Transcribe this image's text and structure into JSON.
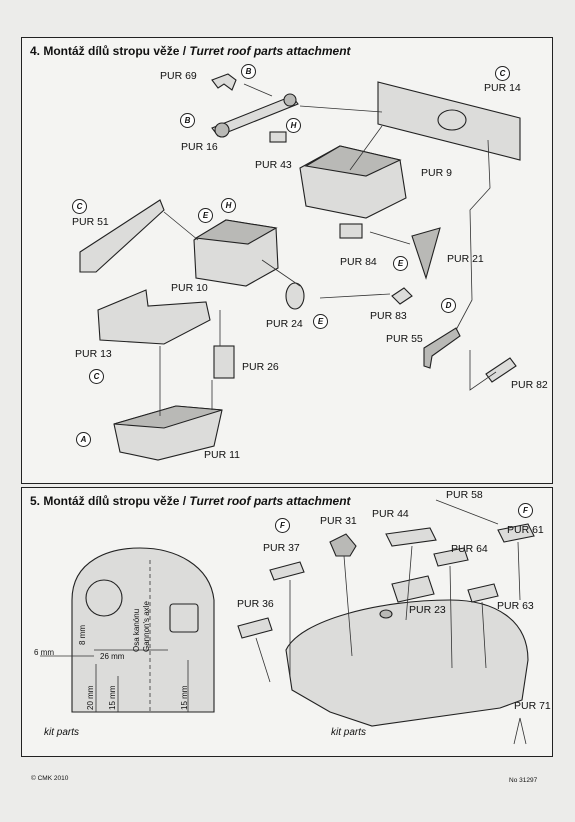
{
  "step4": {
    "number": "4.",
    "title_cz": "Montáž dílů stropu věže /",
    "title_en": "Turret roof parts attachment",
    "parts": {
      "pur69": "PUR 69",
      "pur16": "PUR 16",
      "pur43": "PUR 43",
      "pur14": "PUR 14",
      "pur9": "PUR 9",
      "pur51": "PUR 51",
      "pur84": "PUR 84",
      "pur21": "PUR 21",
      "pur10": "PUR 10",
      "pur83": "PUR 83",
      "pur24": "PUR 24",
      "pur55": "PUR 55",
      "pur13": "PUR 13",
      "pur26": "PUR 26",
      "pur82": "PUR 82",
      "pur11": "PUR 11"
    },
    "badges": [
      "B",
      "B",
      "H",
      "C",
      "C",
      "E",
      "H",
      "E",
      "E",
      "D",
      "C",
      "A"
    ]
  },
  "step5": {
    "number": "5.",
    "title_cz": "Montáž dílů stropu věže /",
    "title_en": "Turret roof parts attachment",
    "parts": {
      "pur58": "PUR 58",
      "pur31": "PUR 31",
      "pur44": "PUR 44",
      "pur61": "PUR 61",
      "pur37": "PUR 37",
      "pur64": "PUR 64",
      "pur36": "PUR 36",
      "pur23": "PUR 23",
      "pur63": "PUR 63",
      "pur71": "PUR 71"
    },
    "badges": [
      "F",
      "F"
    ],
    "dims": {
      "d8": "8 mm",
      "d6": "6 mm",
      "d26": "26 mm",
      "d20": "20 mm",
      "d15a": "15 mm",
      "d15b": "15 mm"
    },
    "axis_label_1": "Osa kanónu",
    "axis_label_2": "Gannon's axle",
    "caption_left": "kit parts",
    "caption_right": "kit parts"
  },
  "footer": {
    "copyright": "© CMK 2010",
    "number": "No 31297"
  }
}
